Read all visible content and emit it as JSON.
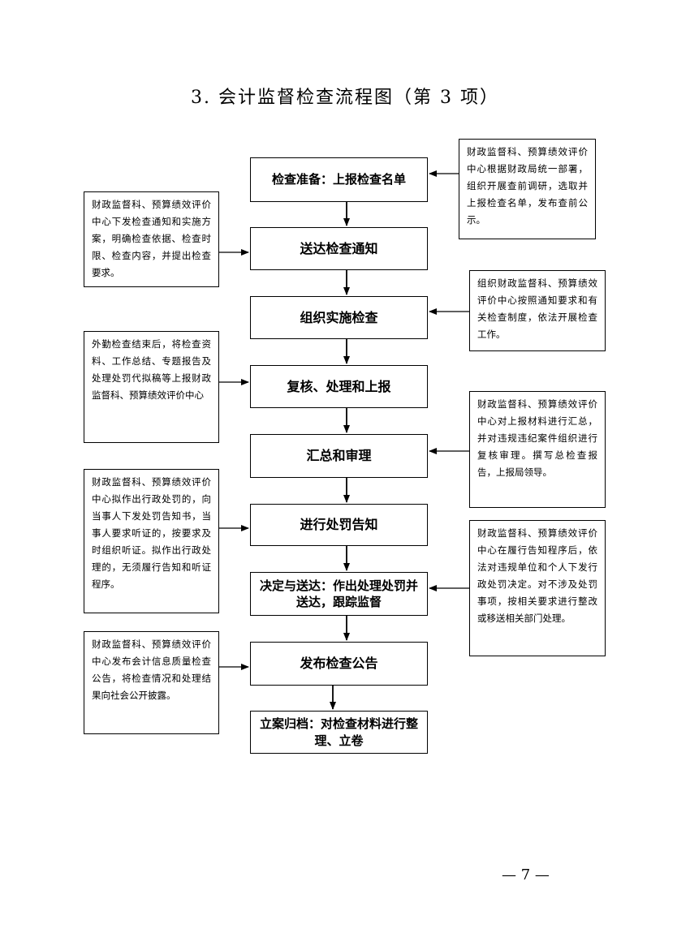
{
  "title": "3. 会计监督检查流程图（第 3 项）",
  "steps": [
    {
      "label": "检查准备：上报检查名单"
    },
    {
      "label": "送达检查通知"
    },
    {
      "label": "组织实施检查"
    },
    {
      "label": "复核、处理和上报"
    },
    {
      "label": "汇总和审理"
    },
    {
      "label": "进行处罚告知"
    },
    {
      "label": "决定与送达：作出处理处罚并送达，跟踪监督"
    },
    {
      "label": "发布检查公告"
    },
    {
      "label": "立案归档：对检查材料进行整理、立卷"
    }
  ],
  "notes": [
    {
      "text": "财政监督科、预算绩效评价中心根据财政局统一部署，组织开展查前调研，选取并上报检查名单，发布查前公示。"
    },
    {
      "text": "财政监督科、预算绩效评价中心下发检查通知和实施方案，明确检查依据、检查时限、检查内容，并提出检查要求。"
    },
    {
      "text": "组织财政监督科、预算绩效评价中心按照通知要求和有关检查制度，依法开展检查工作。"
    },
    {
      "text": "外勤检查结束后，将检查资料、工作总结、专题报告及处理处罚代拟稿等上报财政监督科、预算绩效评价中心"
    },
    {
      "text": "财政监督科、预算绩效评价中心对上报材料进行汇总，并对违规违纪案件组织进行复核审理。撰写总检查报告，上报局领导。"
    },
    {
      "text": "财政监督科、预算绩效评价中心拟作出行政处罚的，向当事人下发处罚告知书，当事人要求听证的，按要求及时组织听证。拟作出行政处理的，无须履行告知和听证程序。"
    },
    {
      "text": "财政监督科、预算绩效评价中心在履行告知程序后，依法对违规单位和个人下发行政处罚决定。对不涉及处罚事项，按相关要求进行整改或移送相关部门处理。"
    },
    {
      "text": "财政监督科、预算绩效评价中心发布会计信息质量检查公告，将检查情况和处理结果向社会公开披露。"
    }
  ],
  "page_number": "— 7 —"
}
